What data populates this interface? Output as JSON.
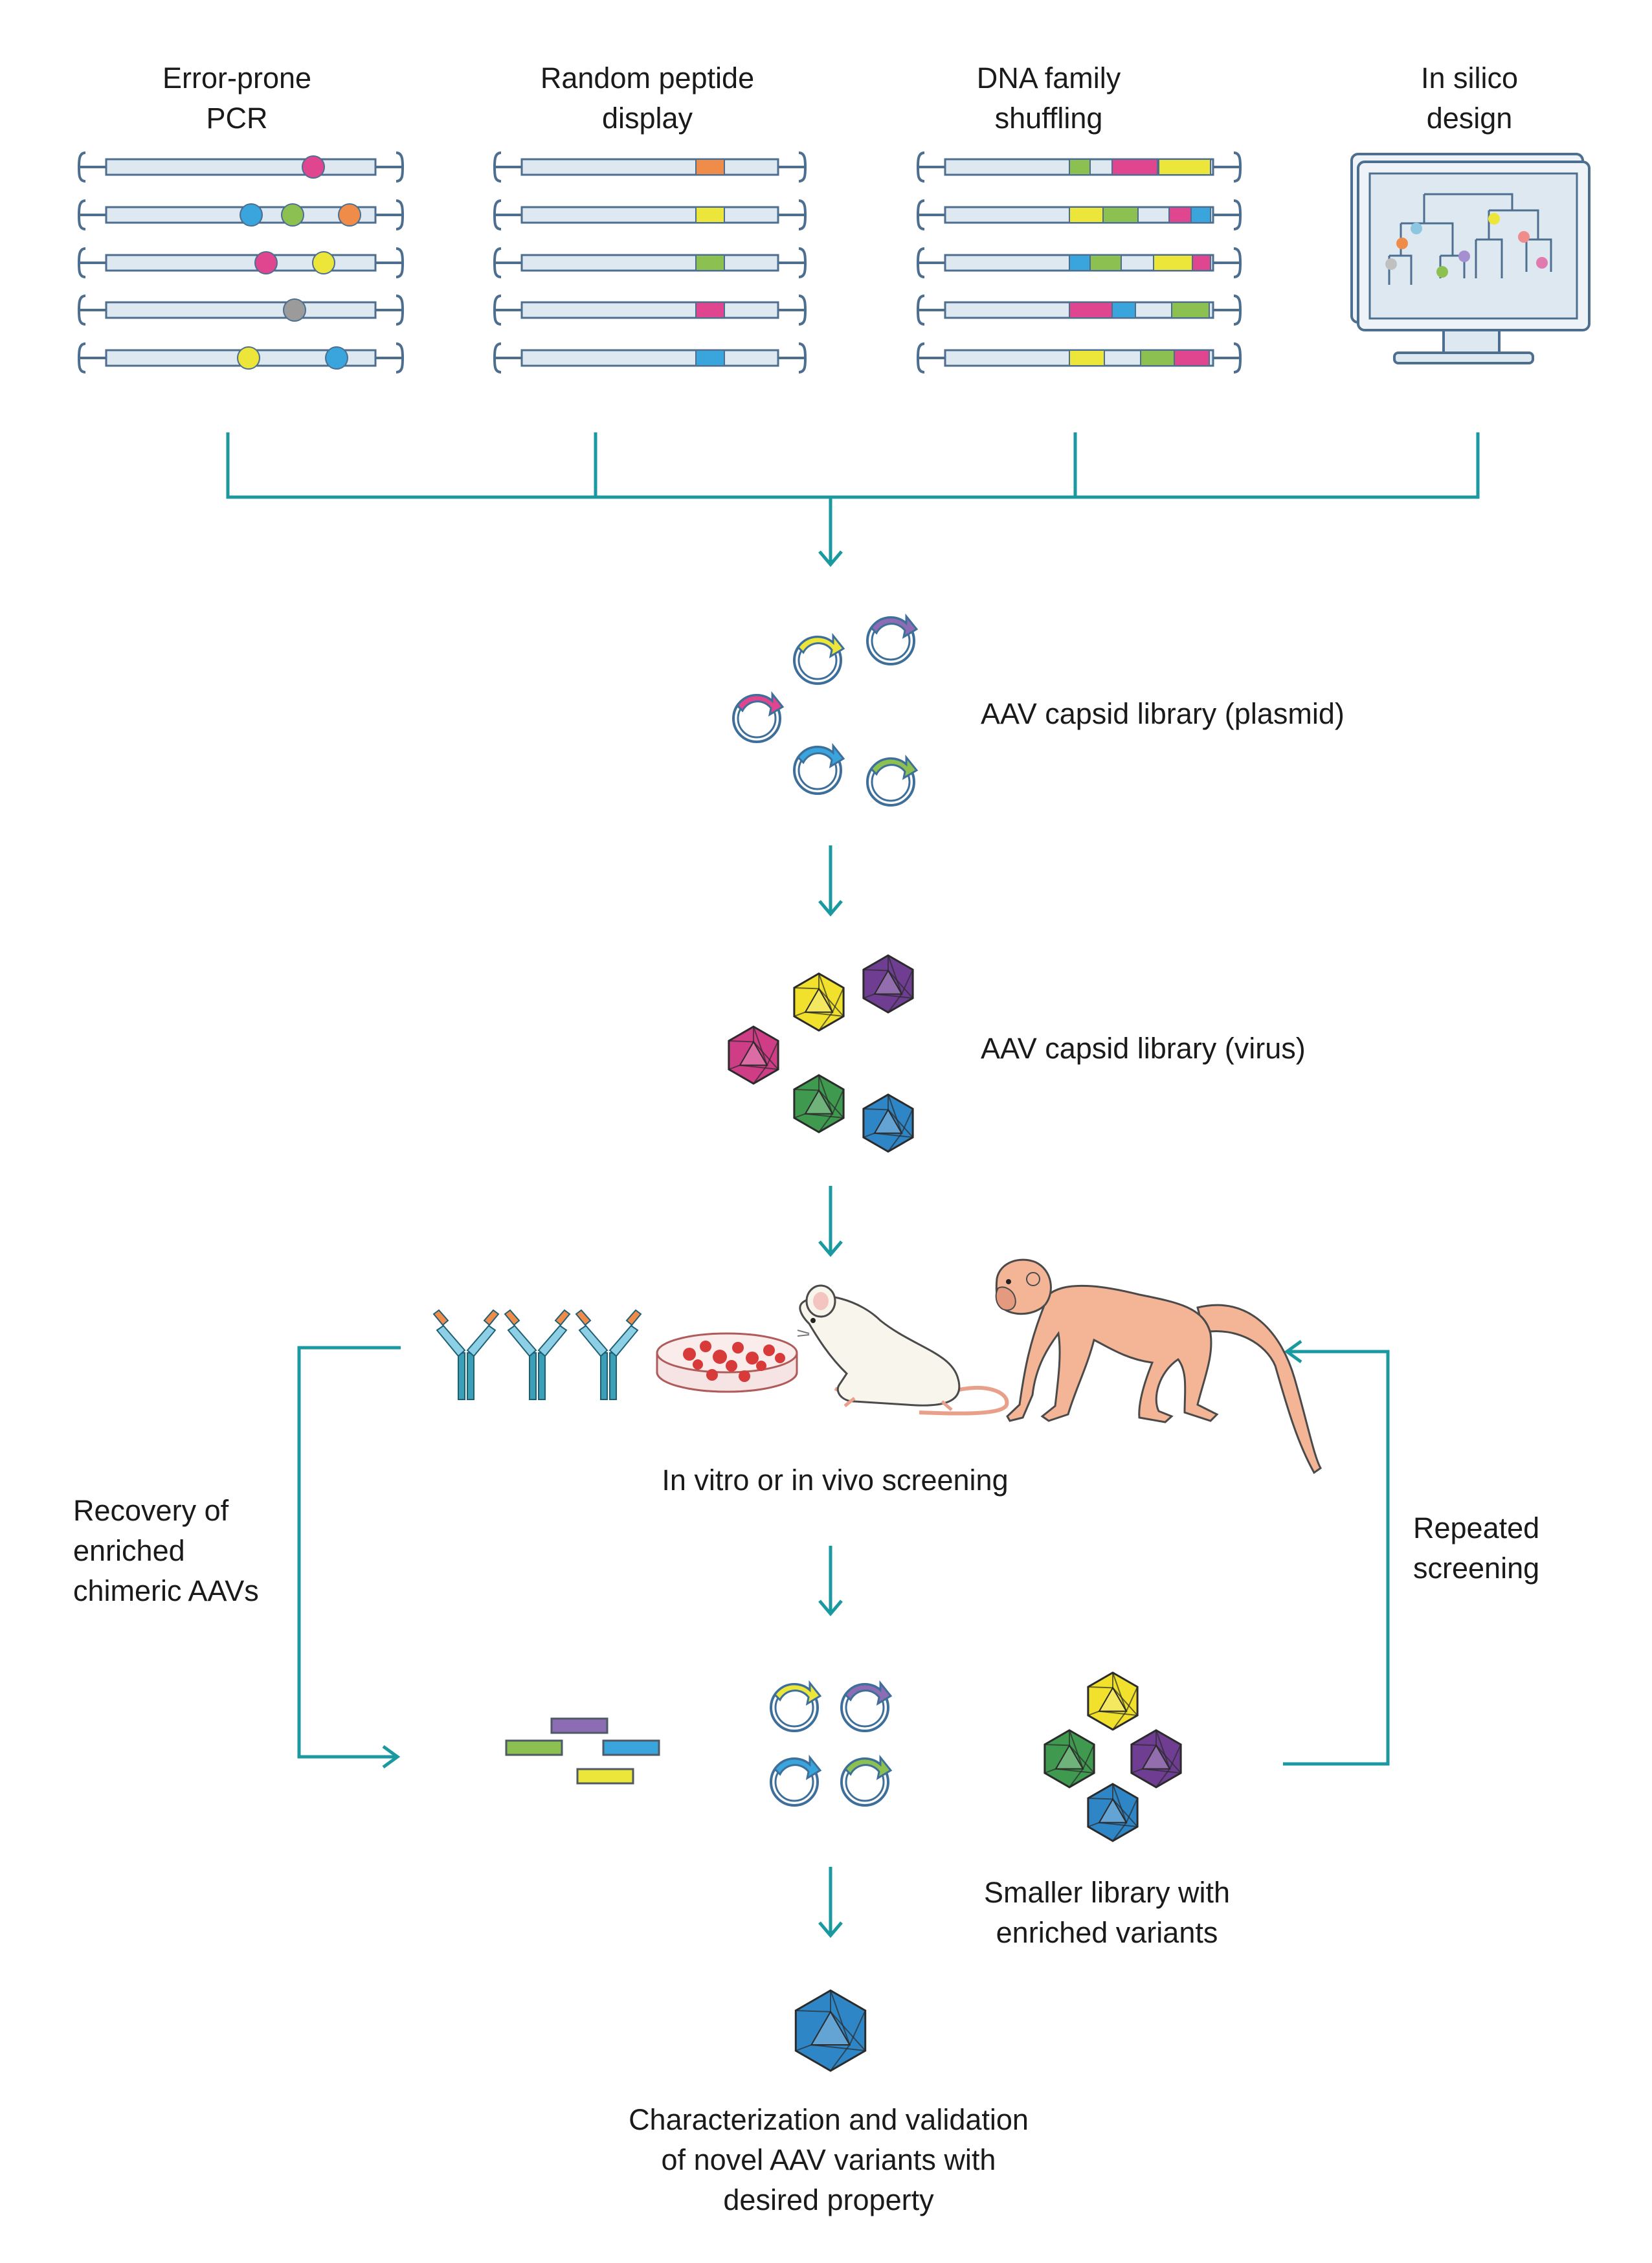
{
  "methods": [
    {
      "title": "Error-prone\nPCR",
      "icon": "error-prone-pcr-icon"
    },
    {
      "title": "Random peptide\ndisplay",
      "icon": "random-peptide-display-icon"
    },
    {
      "title": "DNA family\nshuffling",
      "icon": "dna-family-shuffling-icon"
    },
    {
      "title": "In silico\ndesign",
      "icon": "computer-phylogeny-icon"
    }
  ],
  "steps": {
    "plasmid_library": "AAV capsid library (plasmid)",
    "virus_library": "AAV capsid library (virus)",
    "screening": "In vitro or in vivo screening",
    "recovery": "Recovery of\nenriched\nchimeric AAVs",
    "repeated": "Repeated\nscreening",
    "smaller_library": "Smaller library with\nenriched variants",
    "final": "Characterization and validation\nof novel AAV variants with\ndesired property"
  },
  "colors": {
    "arrow": "#1a9aa0",
    "pink": "#e0458f",
    "blue": "#3aa4dc",
    "green": "#8cc152",
    "orange": "#ef8c4a",
    "yellow": "#ece53a",
    "gray": "#9b9b9b",
    "purple": "#8c6db4",
    "strand_fill": "#dde8f0",
    "strand_stroke": "#4d6e8f",
    "virus_yellow": "#f1e12d",
    "virus_purple": "#6f3e93",
    "virus_pink": "#cf3d86",
    "virus_green": "#3f9a4f",
    "virus_blue": "#2f86c6",
    "monkey": "#f3b596",
    "mouse": "#f7f5ec"
  }
}
